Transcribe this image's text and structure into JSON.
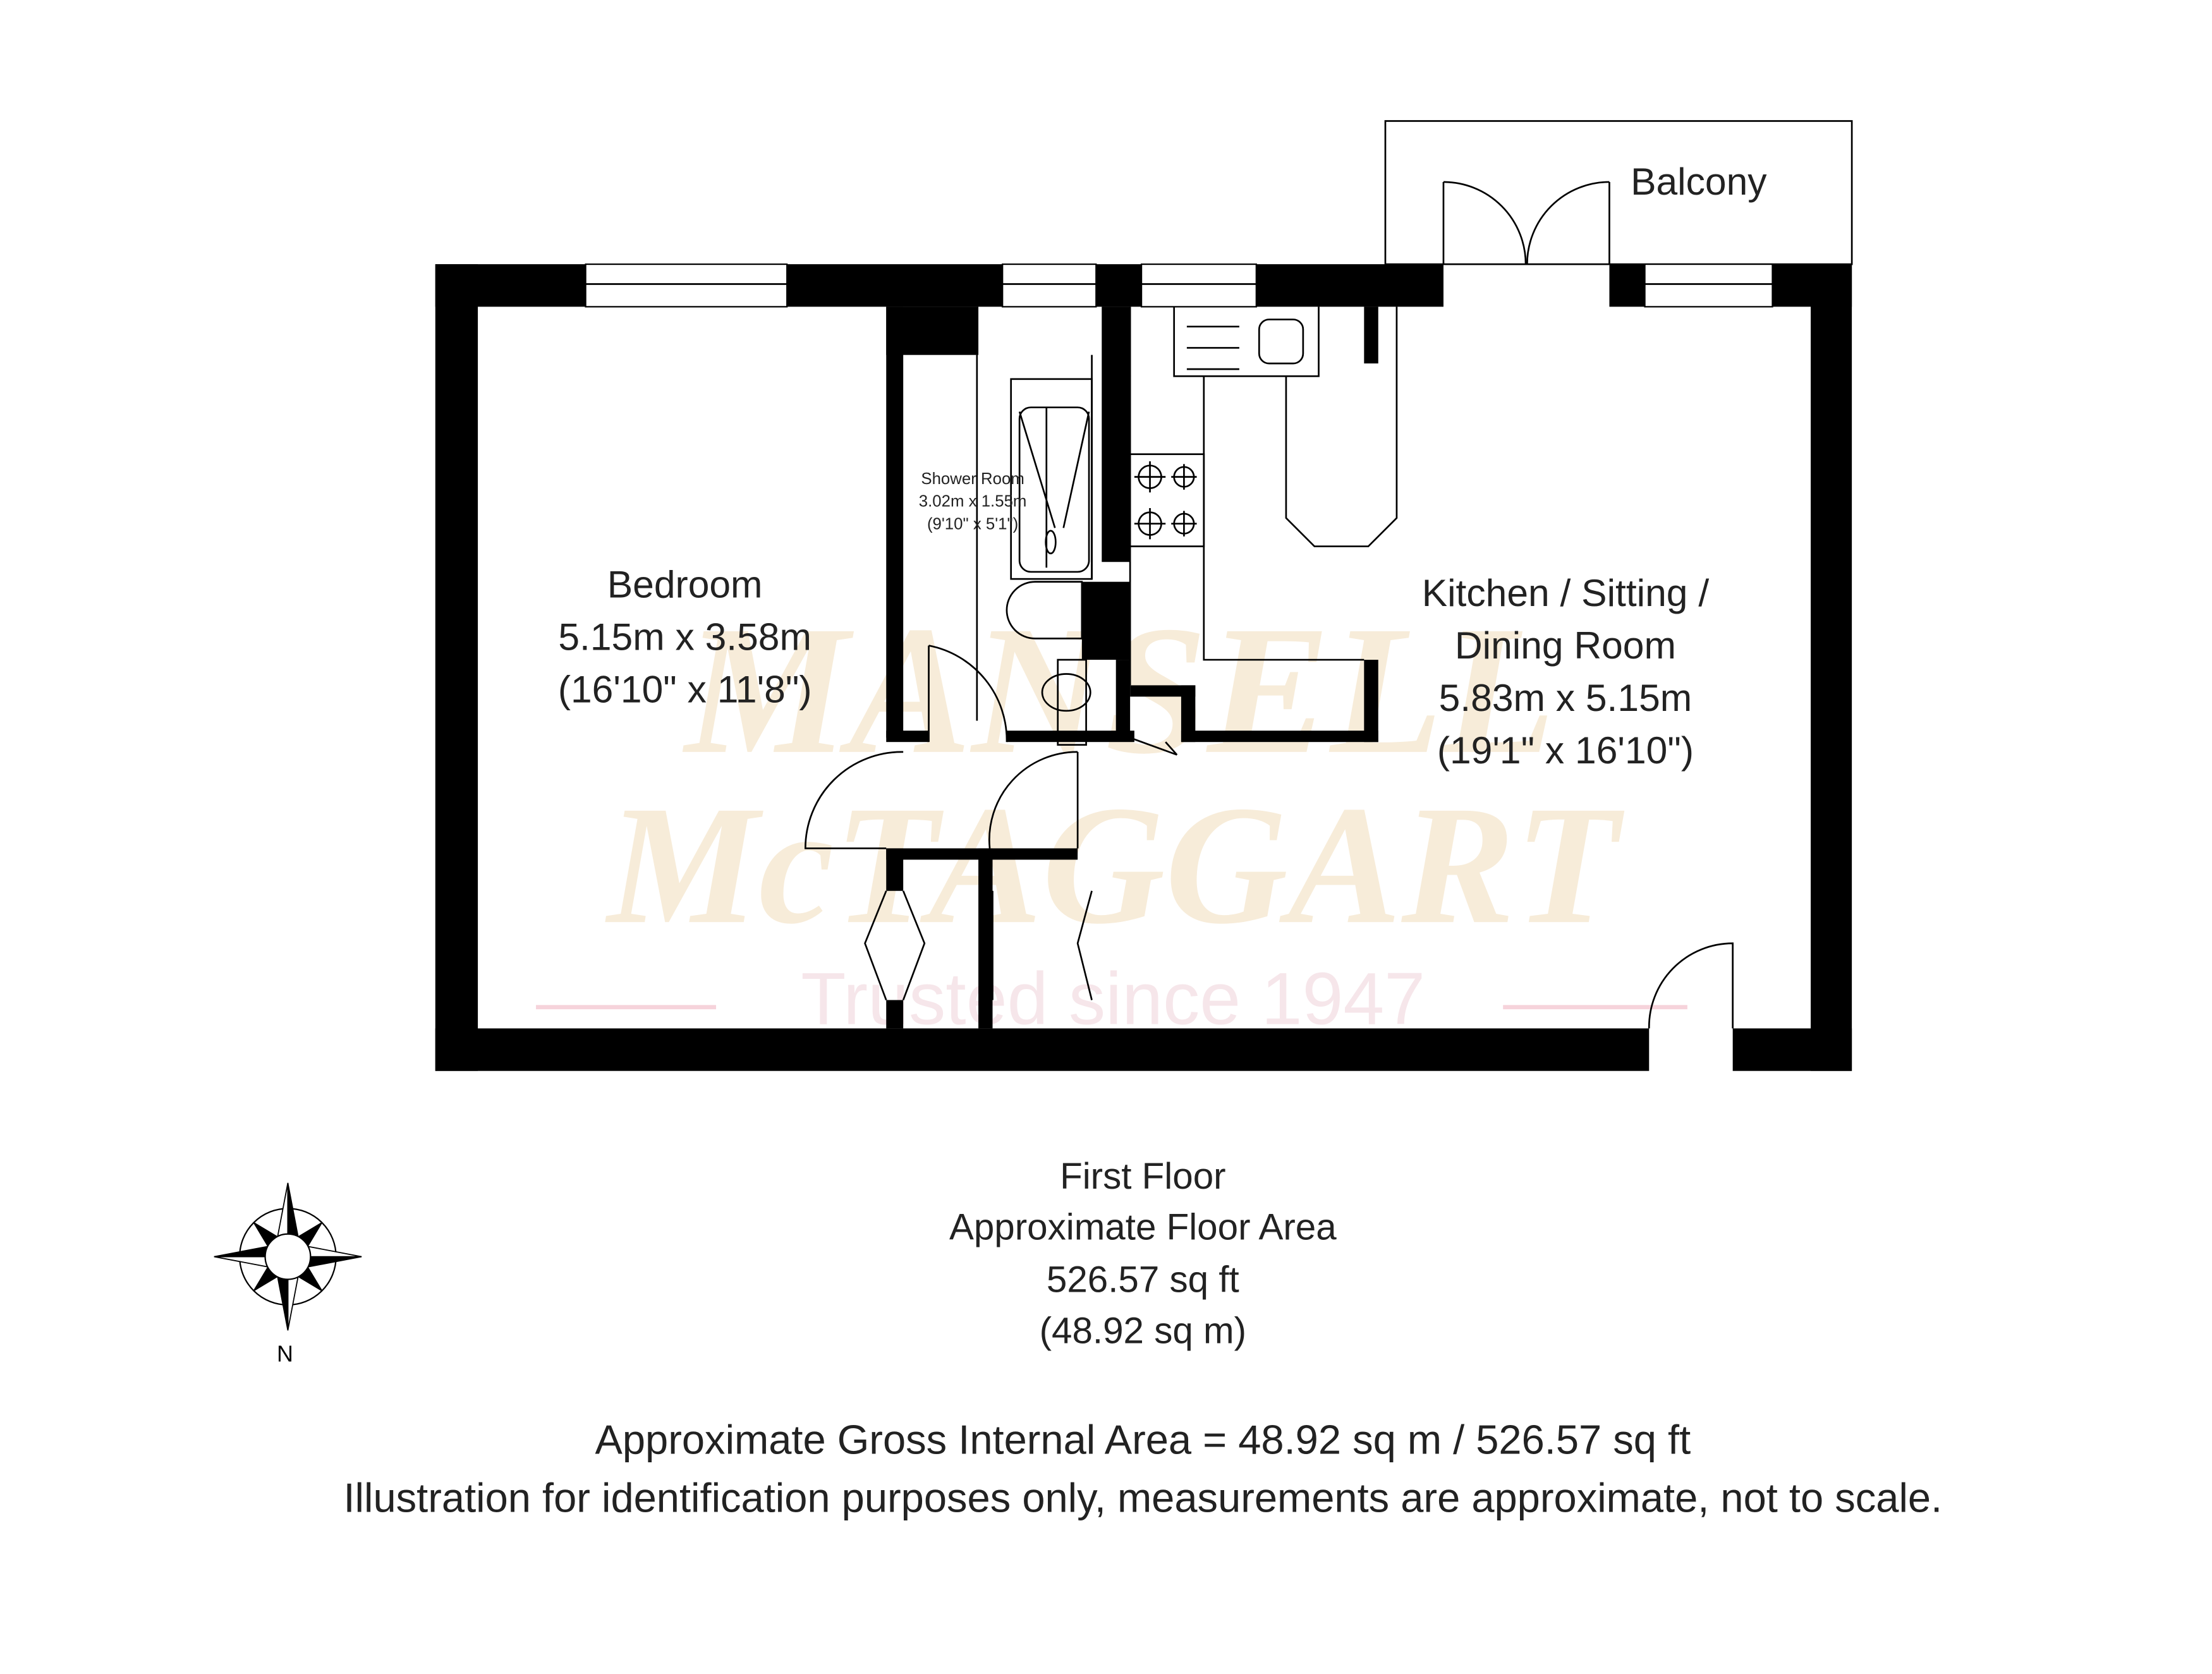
{
  "watermark": {
    "line1": "MANSELL",
    "line2": "McTAGGART",
    "tagline": "Trusted since 1947"
  },
  "rooms": {
    "balcony": {
      "name": "Balcony"
    },
    "bedroom": {
      "name": "Bedroom",
      "metric": "5.15m x 3.58m",
      "imperial": "(16'10\" x 11'8\")"
    },
    "shower": {
      "name": "Shower Room",
      "metric": "3.02m x 1.55m",
      "imperial": "(9'10\" x 5'1\")"
    },
    "kitchen": {
      "name1": "Kitchen / Sitting /",
      "name2": "Dining Room",
      "metric": "5.83m x 5.15m",
      "imperial": "(19'1\" x 16'10\")"
    }
  },
  "floor": {
    "name": "First Floor",
    "area_label": "Approximate Floor Area",
    "sqft": "526.57 sq ft",
    "sqm": "(48.92 sq m)"
  },
  "compass": {
    "label": "N"
  },
  "footer": {
    "gia": "Approximate Gross Internal Area = 48.92 sq m / 526.57 sq ft",
    "disclaimer": "Illustration for identification purposes only, measurements are approximate, not to scale."
  }
}
